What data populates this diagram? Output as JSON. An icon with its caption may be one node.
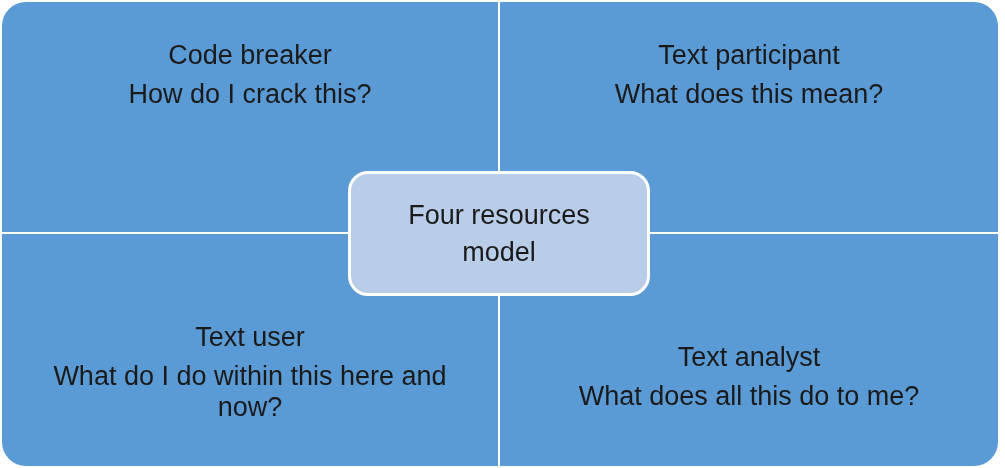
{
  "diagram": {
    "nodes": [
      {
        "text": [
          "Code breaker",
          "How do I crack this?"
        ]
      },
      {
        "text": [
          "Text participant",
          "What does this mean?"
        ]
      },
      {
        "text": [
          "Four resources model"
        ]
      },
      {
        "text": [
          "Text user",
          "What do I do within this here and now?"
        ]
      },
      {
        "text": [
          "Text analyst",
          "What does all this do to me?"
        ]
      }
    ]
  }
}
